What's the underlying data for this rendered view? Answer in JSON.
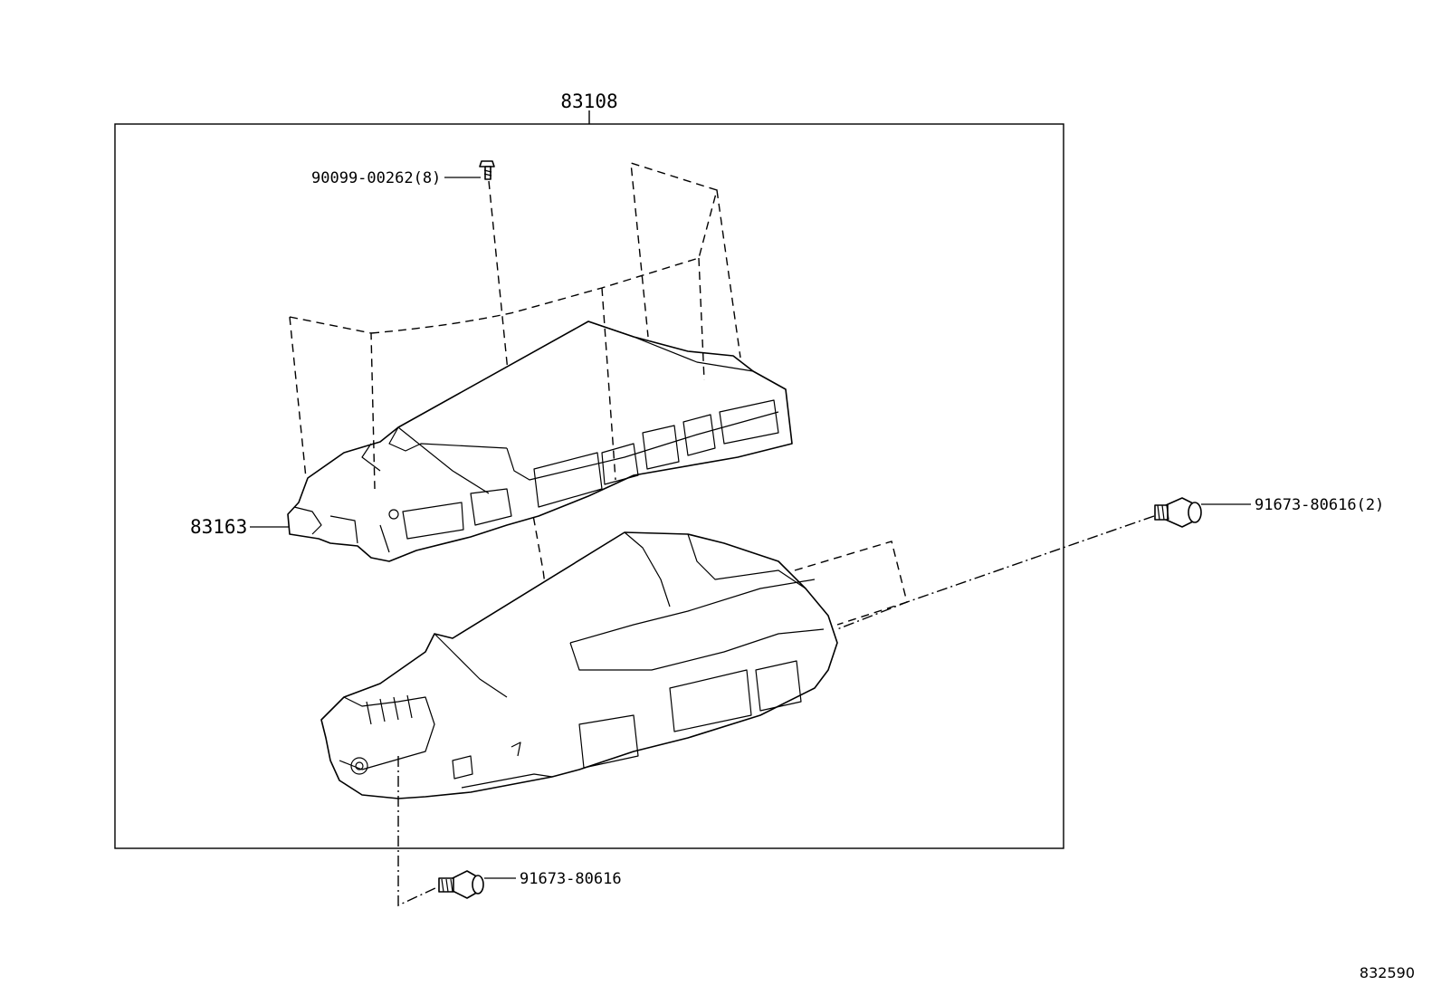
{
  "diagram": {
    "labels": {
      "assembly": "83108",
      "screw_top": "90099-00262(8)",
      "cover": "83163",
      "screw_right": "91673-80616(2)",
      "screw_bottom": "91673-80616",
      "reference": "832590"
    }
  }
}
